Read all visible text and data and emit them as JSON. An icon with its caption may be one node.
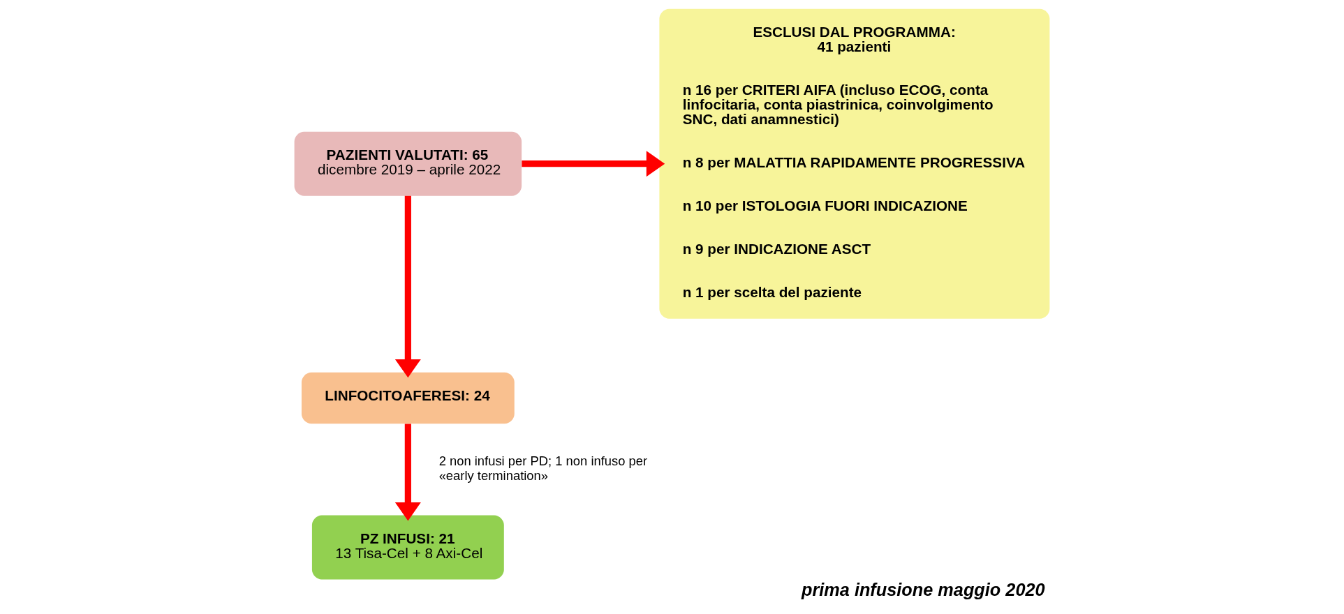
{
  "diagram": {
    "caption": "prima infusione maggio 2020",
    "nodes": [
      {
        "text": [
          "PAZIENTI VALUTATI: 65",
          "dicembre 2019 – aprile 2022"
        ]
      },
      {
        "text": [
          "LINFOCITOAFERESI: 24"
        ]
      },
      {
        "text": [
          "PZ INFUSI: 21",
          "13 Tisa-Cel + 8 Axi-Cel"
        ]
      },
      {
        "text": [
          "ESCLUSI DAL PROGRAMMA: 41 pazienti",
          "n 16 per CRITERI AIFA (incluso ECOG, conta linfocitaria, conta piastrinica, coinvolgimento SNC, dati anamnestici)",
          "n 8 per MALATTIA RAPIDAMENTE PROGRESSIVA",
          "n 10 per ISTOLOGIA FUORI INDICAZIONE",
          "n 9 per INDICAZIONE ASCT",
          "n 1 per scelta del paziente"
        ]
      }
    ],
    "edges": [
      {
        "from": 0,
        "to": 1,
        "arrow": "to"
      },
      {
        "from": 1,
        "to": 2,
        "arrow": "to",
        "label": "2 non infusi per PD; 1 non infuso per «early termination»"
      },
      {
        "from": 0,
        "to": 3,
        "arrow": "to"
      }
    ]
  }
}
